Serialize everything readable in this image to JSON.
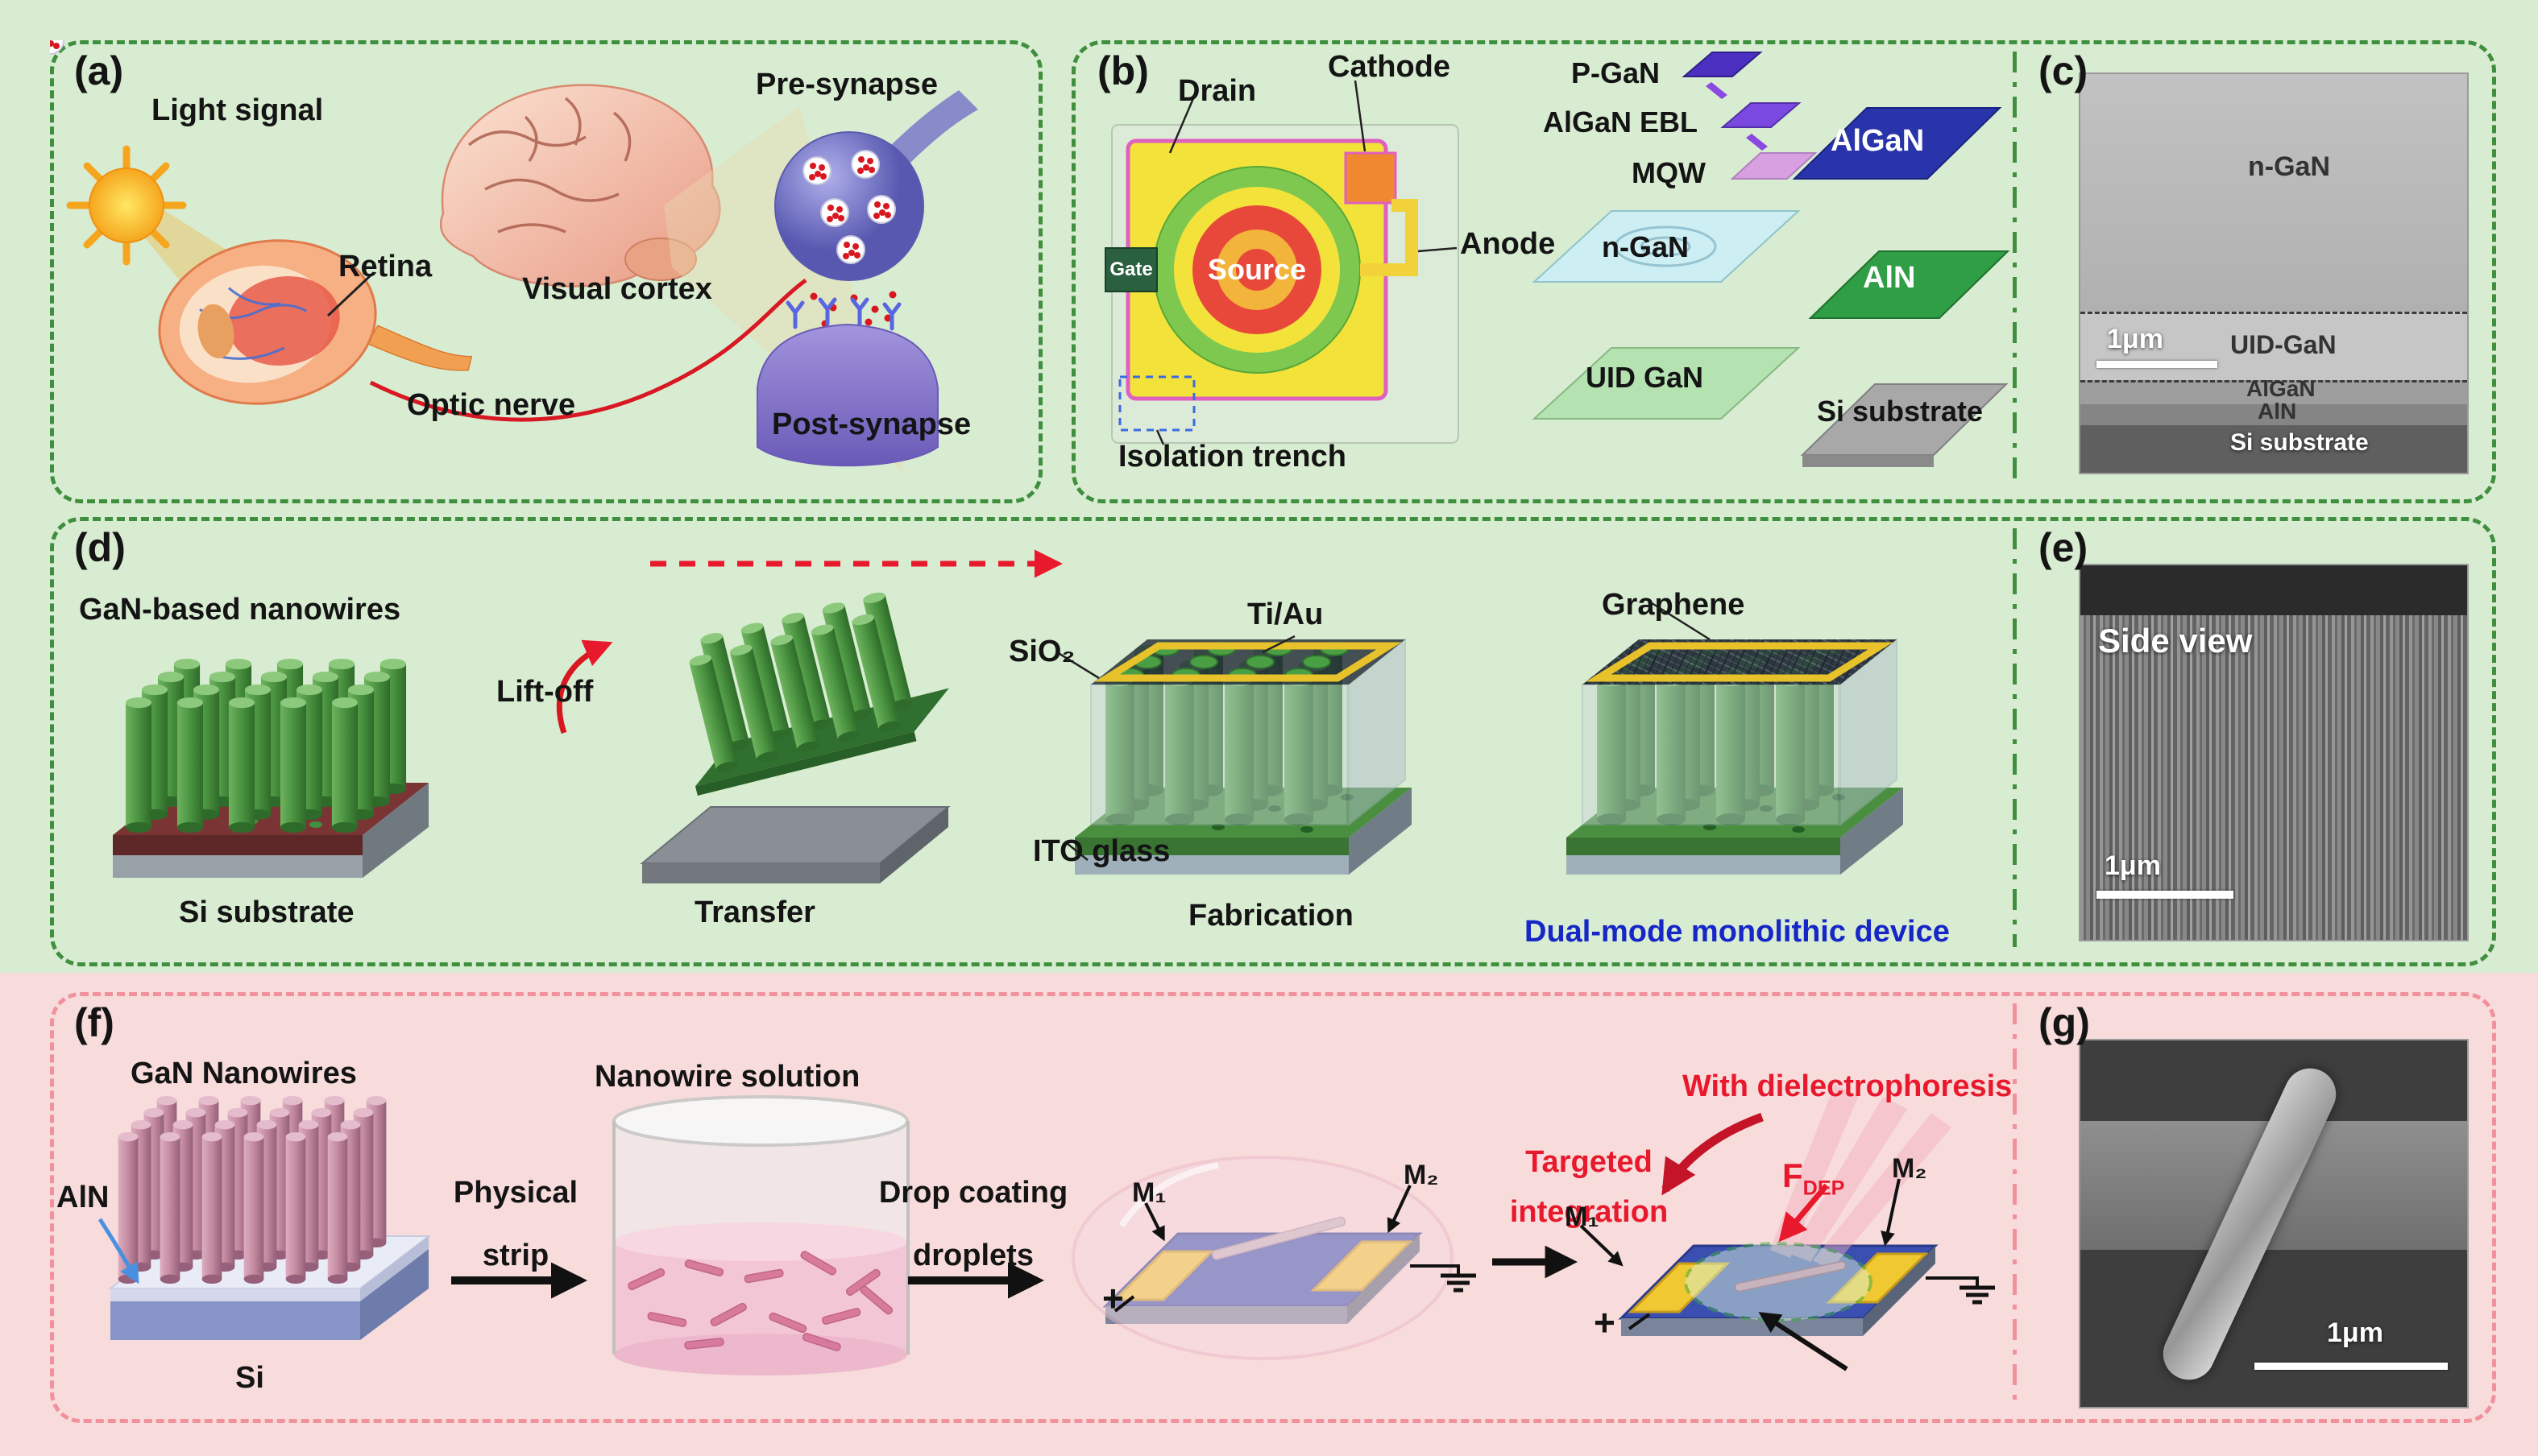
{
  "panels": {
    "a": {
      "tag": "(a)",
      "light_signal": "Light signal",
      "retina": "Retina",
      "visual_cortex": "Visual cortex",
      "optic_nerve": "Optic nerve",
      "pre_synapse": "Pre-synapse",
      "post_synapse": "Post-synapse"
    },
    "b": {
      "tag": "(b)",
      "drain": "Drain",
      "cathode": "Cathode",
      "source": "Source",
      "gate": "Gate",
      "anode": "Anode",
      "isolation_trench": "Isolation trench",
      "p_gan": "P-GaN",
      "algan_ebl": "AlGaN EBL",
      "mqw": "MQW",
      "n_gan": "n-GaN",
      "uid_gan": "UID GaN",
      "algan": "AlGaN",
      "aln": "AlN",
      "si_substrate": "Si substrate"
    },
    "c": {
      "tag": "(c)",
      "n_gan": "n-GaN",
      "uid_gan": "UID-GaN",
      "algan": "AlGaN",
      "aln": "AlN",
      "si_substrate": "Si substrate",
      "scale_bar": "1μm"
    },
    "d": {
      "tag": "(d)",
      "gan_nanowires": "GaN-based nanowires",
      "si_substrate": "Si substrate",
      "lift_off": "Lift-off",
      "transfer": "Transfer",
      "sio2": "SiO₂",
      "ti_au": "Ti/Au",
      "ito_glass": "ITO glass",
      "fabrication": "Fabrication",
      "graphene": "Graphene",
      "dual_mode": "Dual-mode monolithic device"
    },
    "e": {
      "tag": "(e)",
      "side_view": "Side view",
      "scale_bar": "1μm"
    },
    "f": {
      "tag": "(f)",
      "gan_nanowires": "GaN Nanowires",
      "aln": "AlN",
      "si": "Si",
      "physical": "Physical",
      "strip": "strip",
      "nanowire_solution": "Nanowire solution",
      "drop_coating": "Drop coating",
      "droplets": "droplets",
      "m1": "M₁",
      "m2": "M₂",
      "plus": "+",
      "targeted_line1": "Targeted",
      "targeted_line2": "integration",
      "with_dielectrophoresis": "With dielectrophoresis",
      "fdep_f": "F",
      "fdep_sub": "DEP"
    },
    "g": {
      "tag": "(g)",
      "scale_bar": "1μm"
    }
  },
  "colors": {
    "background_top": "#d8ecd1",
    "background_bottom": "#f8dbdb",
    "box_border_green": "#3f8f3f",
    "box_border_pink": "#f0919c",
    "accent_red": "#e8192c",
    "accent_blue": "#1626c8",
    "nanowire_green": "#4a9340",
    "nanowire_pink": "#c48aa0",
    "electrode_gold": "#f0c832"
  }
}
